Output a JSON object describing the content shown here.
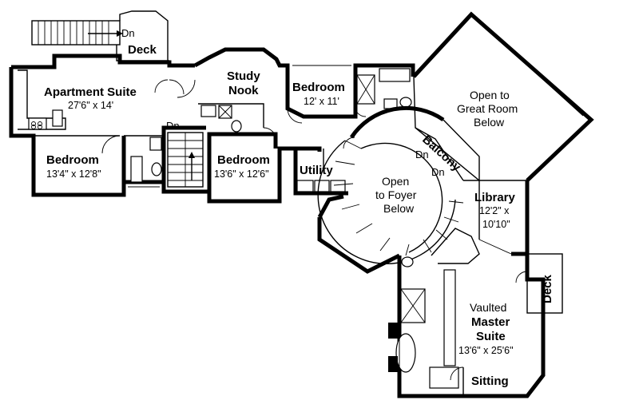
{
  "rooms": {
    "apartment_suite": {
      "name": "Apartment Suite",
      "dims": "27'6\" x 14'"
    },
    "bedroom_left": {
      "name": "Bedroom",
      "dims": "13'4\" x 12'8\""
    },
    "study_nook": {
      "line1": "Study",
      "line2": "Nook"
    },
    "bedroom_top": {
      "name": "Bedroom",
      "dims": "12' x 11'"
    },
    "bedroom_center": {
      "name": "Bedroom",
      "dims": "13'6\" x 12'6\""
    },
    "utility": {
      "name": "Utility"
    },
    "deck_top": {
      "name": "Deck"
    },
    "great_room": {
      "line1": "Open to",
      "line2": "Great Room",
      "line3": "Below"
    },
    "foyer": {
      "line1": "Open",
      "line2": "to Foyer",
      "line3": "Below"
    },
    "balcony": {
      "name": "Balcony"
    },
    "library": {
      "name": "Library",
      "dims1": "12'2\" x",
      "dims2": "10'10\""
    },
    "deck_right": {
      "name": "Deck"
    },
    "master": {
      "line1": "Vaulted",
      "line2": "Master",
      "line3": "Suite",
      "dims": "13'6\" x 25'6\""
    },
    "sitting": {
      "name": "Sitting"
    }
  },
  "stairs": {
    "dn_top": "Dn",
    "dn_left": "Dn",
    "dn_balcony_1": "Dn",
    "dn_balcony_2": "Dn"
  }
}
